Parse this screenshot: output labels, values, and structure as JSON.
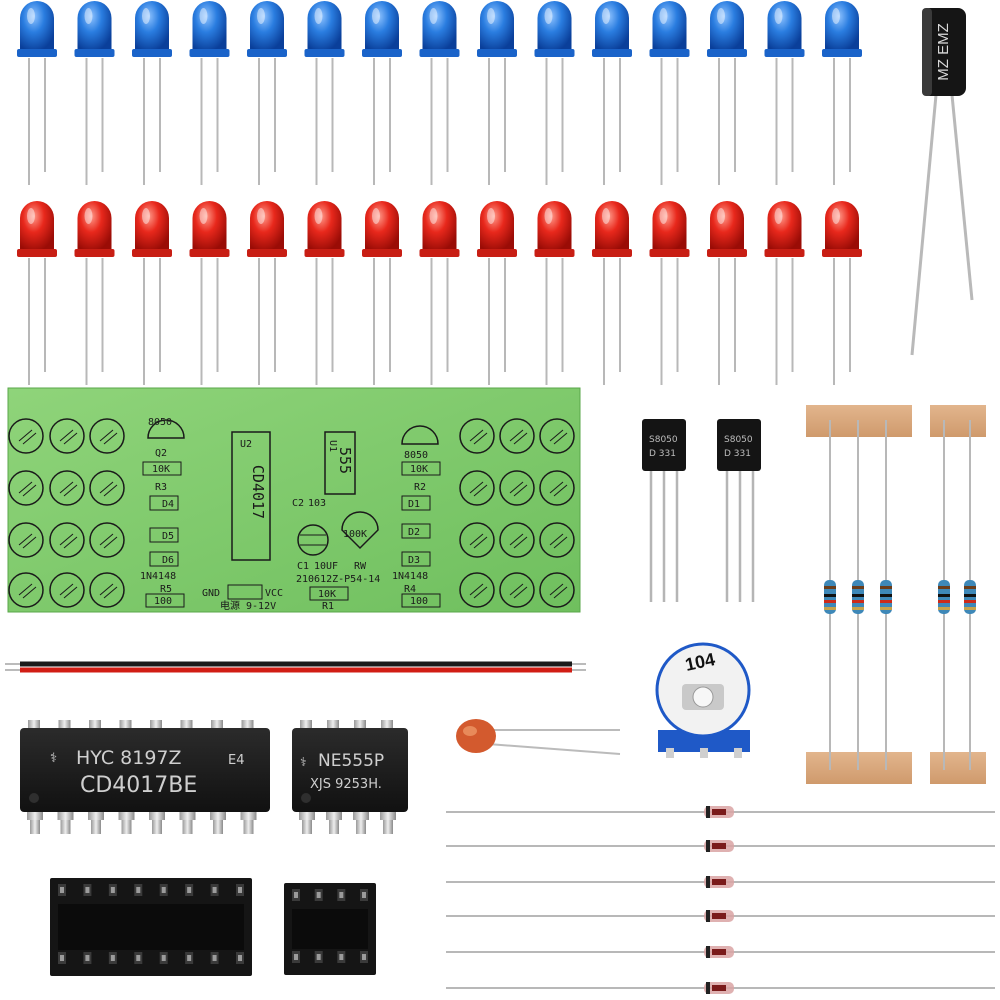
{
  "components": {
    "capacitor_electrolytic": {
      "marking": "MZ EMZ"
    },
    "pcb": {
      "labels": {
        "q2_part": "8050",
        "q2": "Q2",
        "r3_value": "10K",
        "r3": "R3",
        "d4": "D4",
        "d5": "D5",
        "d6": "D6",
        "diode_type_left": "1N4148",
        "r5": "R5",
        "r5_value": "100",
        "u2": "U2",
        "u2_part": "CD4017",
        "u1": "U1",
        "u1_part": "555",
        "c2": "C2",
        "c2_value": "103",
        "c1": "C1",
        "c1_value": "10UF",
        "rw": "RW",
        "rw_value": "100K",
        "board_id": "210612Z-P54-14",
        "gnd": "GND",
        "vcc": "VCC",
        "power": "电源 9-12V",
        "r1_value": "10K",
        "r1": "R1",
        "q1_part": "8050",
        "r2_value": "10K",
        "r2": "R2",
        "d1": "D1",
        "d2": "D2",
        "d3": "D3",
        "diode_type_right": "1N4148",
        "r4": "R4",
        "r4_value": "100"
      }
    },
    "transistors": [
      {
        "line1": "S8050",
        "line2": "D 331"
      },
      {
        "line1": "S8050",
        "line2": "D 331"
      }
    ],
    "potentiometer": {
      "marking": "104"
    },
    "ic_cd4017": {
      "line1": "HYC  8197Z",
      "suffix": "E4",
      "line2": "CD4017BE"
    },
    "ic_ne555": {
      "line1": "NE555P",
      "line2": "XJS 9253H."
    }
  }
}
